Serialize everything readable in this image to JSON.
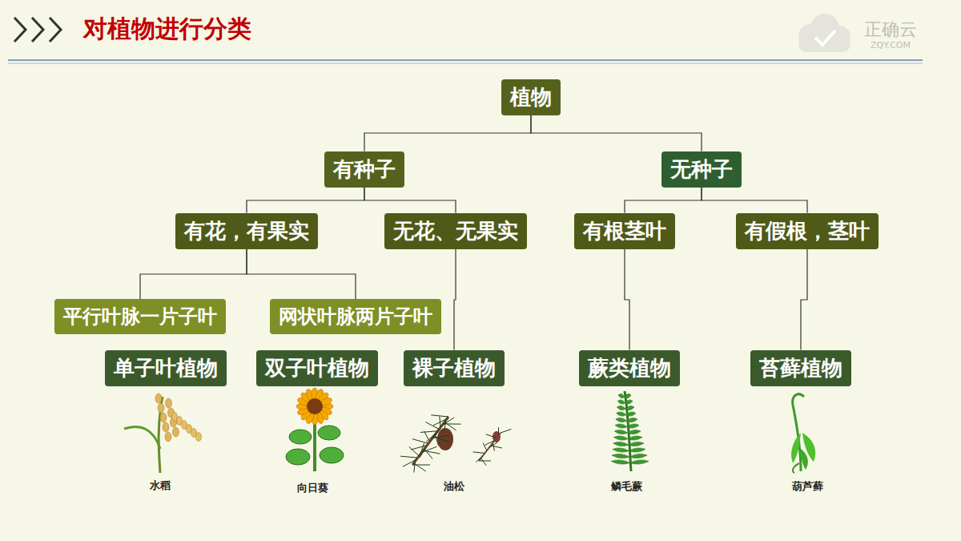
{
  "diagram": {
    "title": "对植物进行分类",
    "nodes": [
      {
        "text": [
          "植物"
        ]
      },
      {
        "text": [
          "有种子"
        ]
      },
      {
        "text": [
          "无种子"
        ]
      },
      {
        "text": [
          "有花，有果实"
        ]
      },
      {
        "text": [
          "无花、无果实"
        ]
      },
      {
        "text": [
          "有根茎叶"
        ]
      },
      {
        "text": [
          "有假根，茎叶"
        ]
      },
      {
        "text": [
          "平行叶脉一片子叶"
        ]
      },
      {
        "text": [
          "网状叶脉两片子叶"
        ]
      },
      {
        "text": [
          "单子叶植物"
        ]
      },
      {
        "text": [
          "双子叶植物"
        ]
      },
      {
        "text": [
          "裸子植物"
        ]
      },
      {
        "text": [
          "蕨类植物"
        ]
      },
      {
        "text": [
          "苔藓植物"
        ]
      }
    ],
    "edges": [
      {
        "from": 0,
        "to": 1,
        "arrow": "none"
      },
      {
        "from": 0,
        "to": 2,
        "arrow": "none"
      },
      {
        "from": 1,
        "to": 3,
        "arrow": "none"
      },
      {
        "from": 1,
        "to": 4,
        "arrow": "none"
      },
      {
        "from": 2,
        "to": 5,
        "arrow": "none"
      },
      {
        "from": 2,
        "to": 6,
        "arrow": "none"
      },
      {
        "from": 3,
        "to": 7,
        "arrow": "none"
      },
      {
        "from": 3,
        "to": 8,
        "arrow": "none"
      },
      {
        "from": 4,
        "to": 11,
        "arrow": "none"
      },
      {
        "from": 5,
        "to": 12,
        "arrow": "none"
      },
      {
        "from": 6,
        "to": 13,
        "arrow": "none"
      }
    ],
    "labels": [
      "水稻",
      "向日葵",
      "油松",
      "鳞毛蕨",
      "葫芦藓",
      "正确云",
      "ZQY.COM"
    ]
  }
}
